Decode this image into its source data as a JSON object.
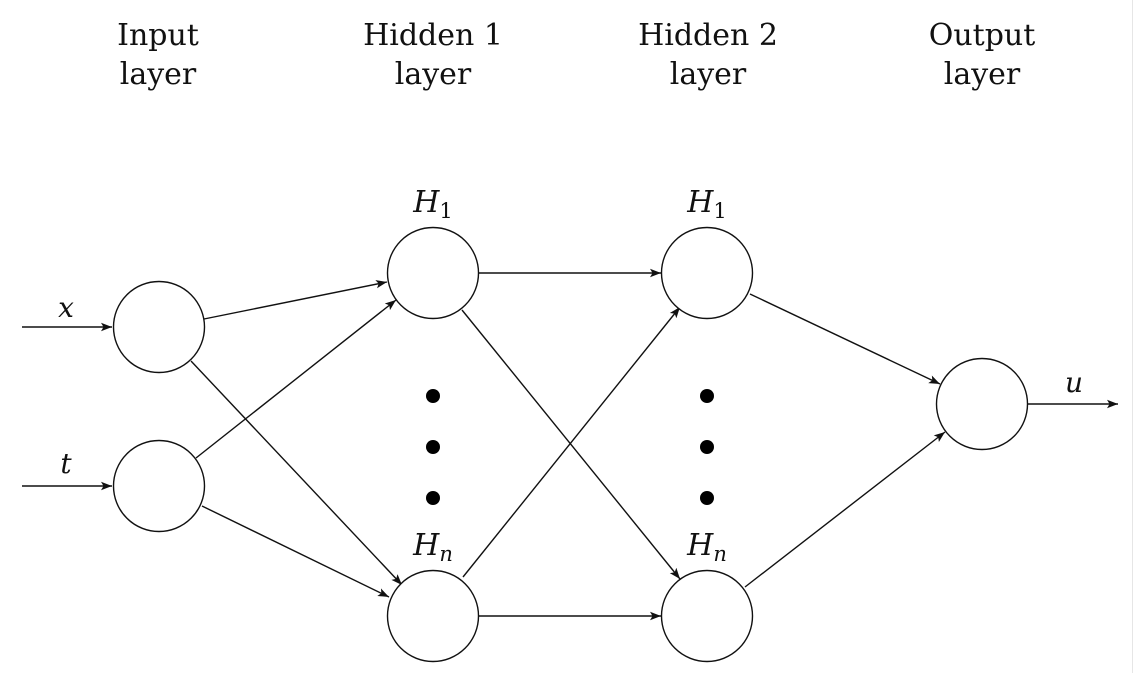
{
  "layers": [
    {
      "line1": "Input",
      "line2": "layer"
    },
    {
      "line1": "Hidden 1",
      "line2": "layer"
    },
    {
      "line1": "Hidden 2",
      "line2": "layer"
    },
    {
      "line1": "Output",
      "line2": "layer"
    }
  ],
  "inputs": {
    "x": "x",
    "t": "t"
  },
  "output": {
    "u": "u"
  },
  "hidden1": {
    "top": {
      "base": "H",
      "sub": "1"
    },
    "bottom": {
      "base": "H",
      "sub": "n"
    }
  },
  "hidden2": {
    "top": {
      "base": "H",
      "sub": "1"
    },
    "bottom": {
      "base": "H",
      "sub": "n"
    }
  }
}
